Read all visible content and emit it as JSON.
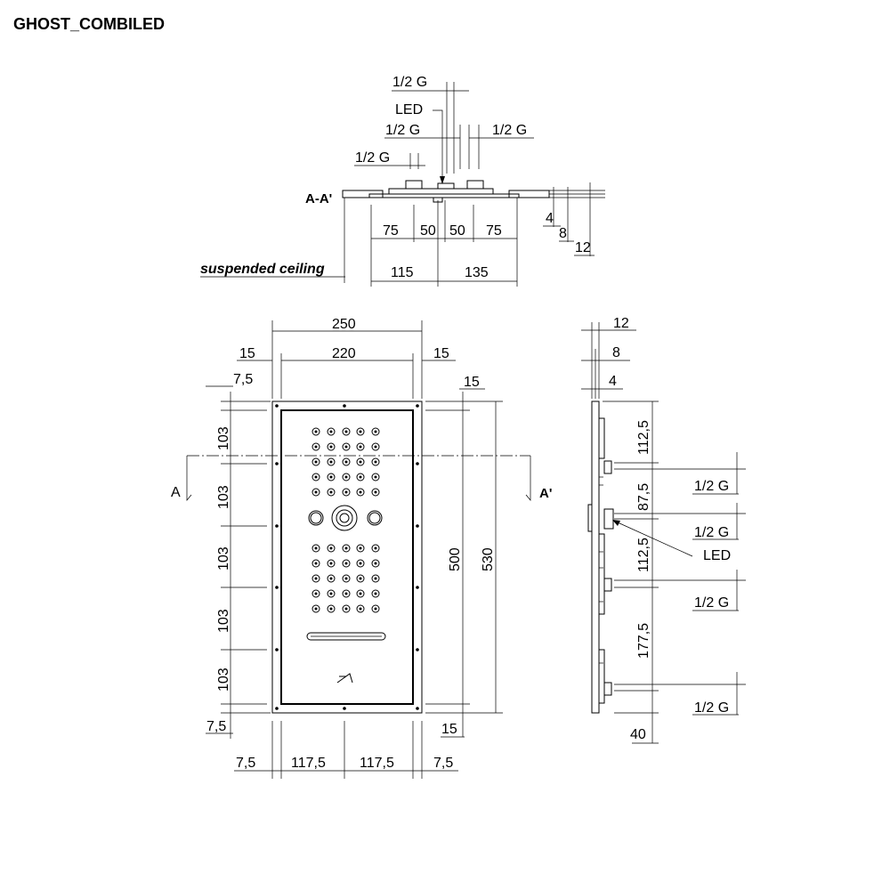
{
  "title": "GHOST_COMBILED",
  "section": {
    "label": "A-A'",
    "ceiling_label": "suspended ceiling",
    "pipe_labels": [
      "1/2 G",
      "1/2 G",
      "1/2 G",
      "1/2 G"
    ],
    "led_label": "LED",
    "dims_row1": [
      "75",
      "50",
      "50",
      "75"
    ],
    "dims_row2": [
      "115",
      "135"
    ],
    "dims_side": [
      "4",
      "8",
      "12"
    ]
  },
  "front": {
    "width_total": "250",
    "width_inner": "220",
    "border_left": "15",
    "border_right": "15",
    "top_margin": "7,5",
    "top_right": "15",
    "spacings": [
      "103",
      "103",
      "103",
      "103",
      "103"
    ],
    "bottom_margin": "7,5",
    "bottom_right": "15",
    "height_inner": "500",
    "height_total": "530",
    "bottom_dims": [
      "7,5",
      "117,5",
      "117,5",
      "7,5"
    ],
    "section_mark_left": "A",
    "section_mark_right": "A'"
  },
  "side": {
    "top_dims": [
      "12",
      "8",
      "4"
    ],
    "v_dims": [
      "112,5",
      "87,5",
      "112,5",
      "177,5",
      "40"
    ],
    "pipe_labels": [
      "1/2 G",
      "1/2 G",
      "1/2 G",
      "1/2 G"
    ],
    "led_label": "LED"
  }
}
